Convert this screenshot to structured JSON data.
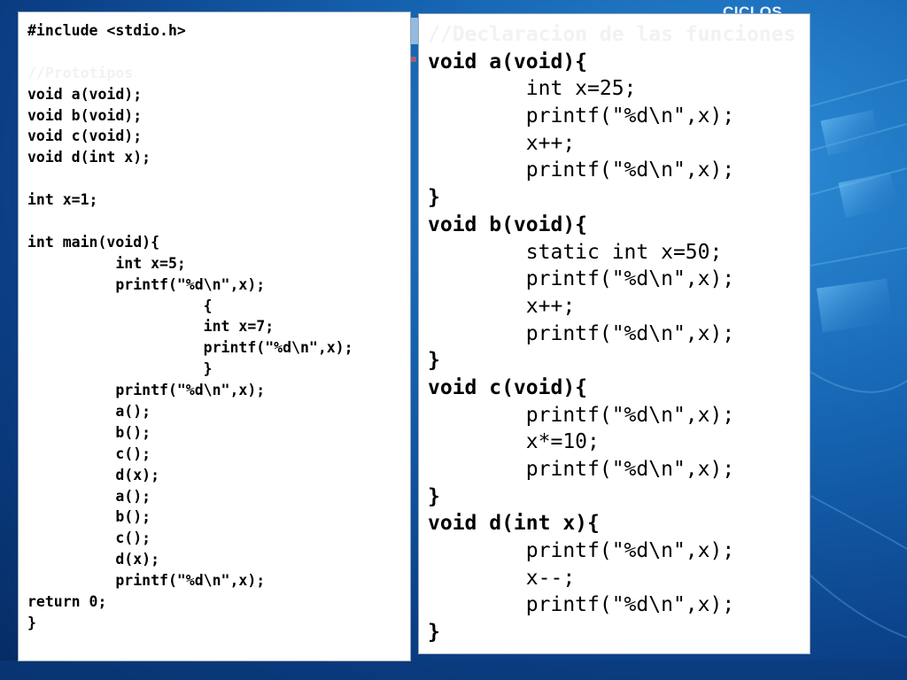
{
  "slide": {
    "corner_title": "CICLOS"
  },
  "left_panel": {
    "lines": [
      "#include <stdio.h>",
      "",
      "//Prototipos",
      "void a(void);",
      "void b(void);",
      "void c(void);",
      "void d(int x);",
      "",
      "int x=1;",
      "",
      "int main(void){",
      "          int x=5;",
      "          printf(\"%d\\n\",x);",
      "                    {",
      "                    int x=7;",
      "                    printf(\"%d\\n\",x);",
      "                    }",
      "          printf(\"%d\\n\",x);",
      "          a();",
      "          b();",
      "          c();",
      "          d(x);",
      "          a();",
      "          b();",
      "          c();",
      "          d(x);",
      "          printf(\"%d\\n\",x);",
      "return 0;",
      "}"
    ]
  },
  "right_panel": {
    "lines": [
      "//Declaracion de las funciones",
      "void a(void){",
      "        int x=25;",
      "        printf(\"%d\\n\",x);",
      "        x++;",
      "        printf(\"%d\\n\",x);",
      "}",
      "void b(void){",
      "        static int x=50;",
      "        printf(\"%d\\n\",x);",
      "        x++;",
      "        printf(\"%d\\n\",x);",
      "}",
      "void c(void){",
      "        printf(\"%d\\n\",x);",
      "        x*=10;",
      "        printf(\"%d\\n\",x);",
      "}",
      "void d(int x){",
      "        printf(\"%d\\n\",x);",
      "        x--;",
      "        printf(\"%d\\n\",x);",
      "}"
    ]
  },
  "colors": {
    "background_dark": "#062b63",
    "background_light": "#2f8fd8",
    "panel_bg": "#ffffff",
    "code_text": "#000000",
    "comment_text": "#f0f2f4"
  }
}
